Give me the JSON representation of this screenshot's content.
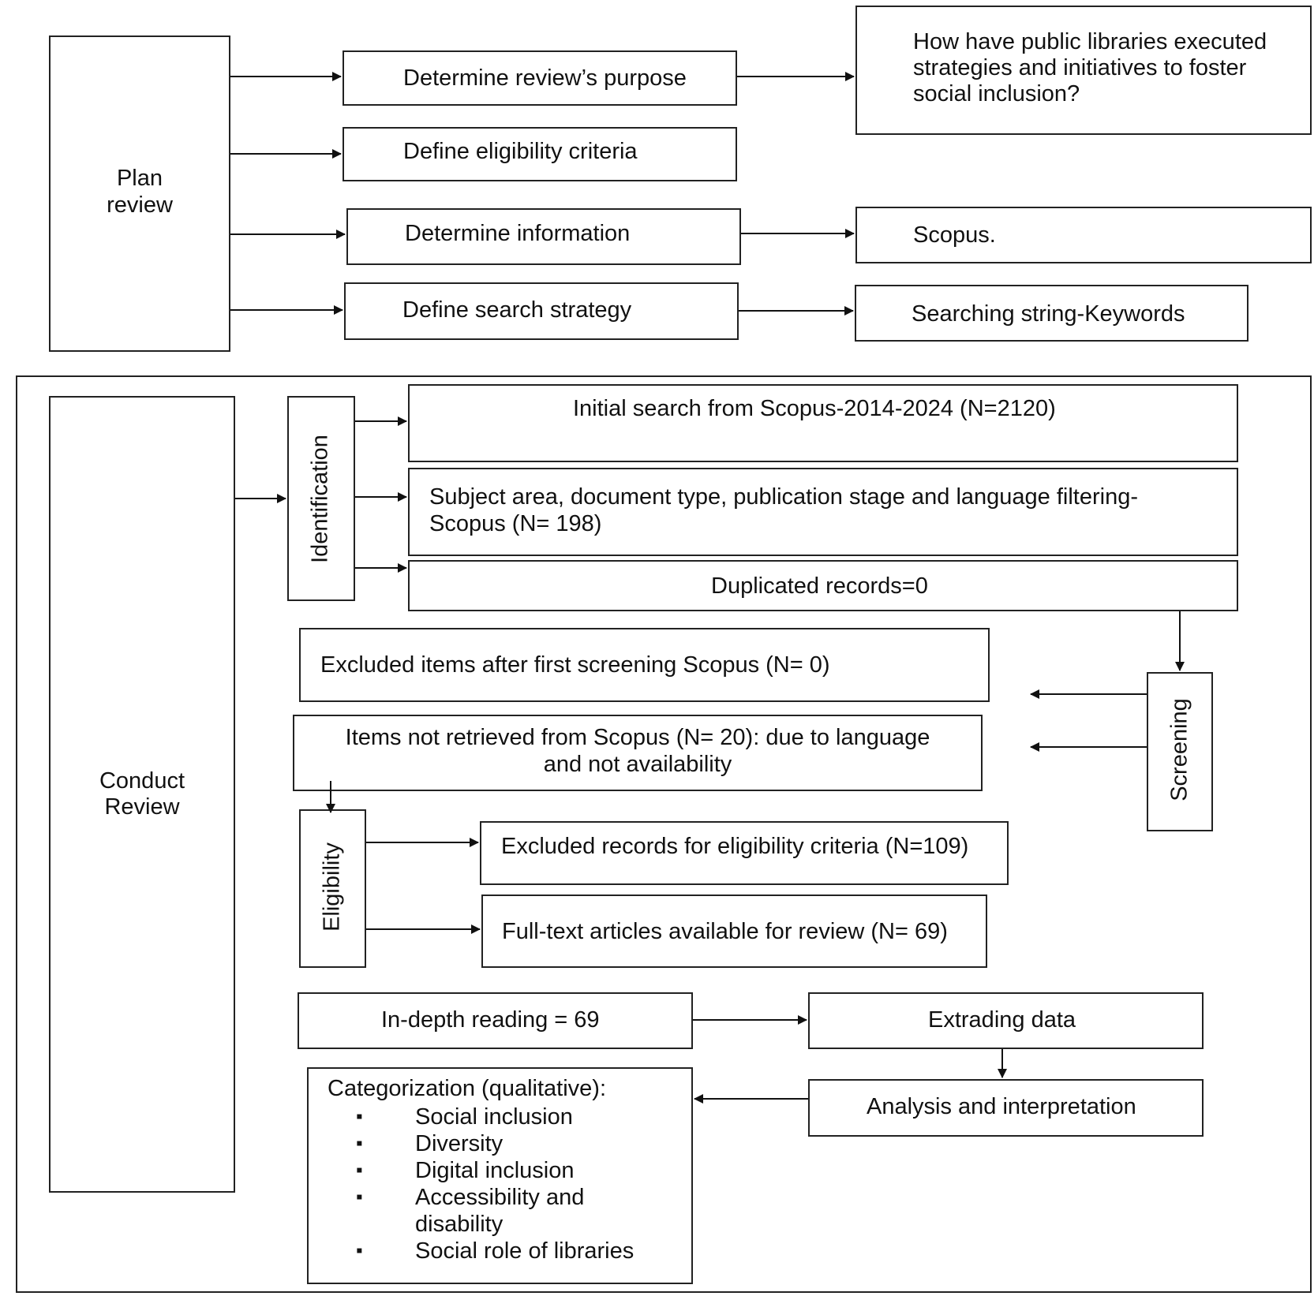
{
  "plan": {
    "label": "Plan\nreview",
    "steps": [
      "Determine review’s purpose",
      "Define eligibility criteria",
      "Determine information",
      "Define search strategy"
    ],
    "research_question": "How have public libraries executed\nstrategies and initiatives to foster\nsocial inclusion?",
    "source": "Scopus.",
    "search_string": "Searching string-Keywords"
  },
  "conduct": {
    "label": "Conduct\nReview",
    "identification": {
      "label": "Identification",
      "initial_search": "Initial search from Scopus-2014-2024 (N=2120)",
      "filtering": "Subject area, document type, publication stage and language filtering-\nScopus (N= 198)",
      "duplicates": "Duplicated records=0"
    },
    "screening": {
      "label": "Screening",
      "excluded_first": "Excluded items after first screening Scopus (N= 0)",
      "not_retrieved": "Items not retrieved from Scopus (N= 20): due to language\nand not availability"
    },
    "eligibility": {
      "label": "Eligibility",
      "excluded_records": "Excluded records for eligibility criteria (N=109)",
      "full_text": "Full-text articles available for review (N= 69)"
    },
    "in_depth_reading": "In-depth reading = 69",
    "extracting": "Extrading data",
    "analysis": "Analysis and interpretation",
    "categorization": {
      "title": "Categorization (qualitative):",
      "items": [
        "Social inclusion",
        "Diversity",
        "Digital inclusion",
        "Accessibility and\ndisability",
        "Social role of libraries"
      ]
    }
  }
}
